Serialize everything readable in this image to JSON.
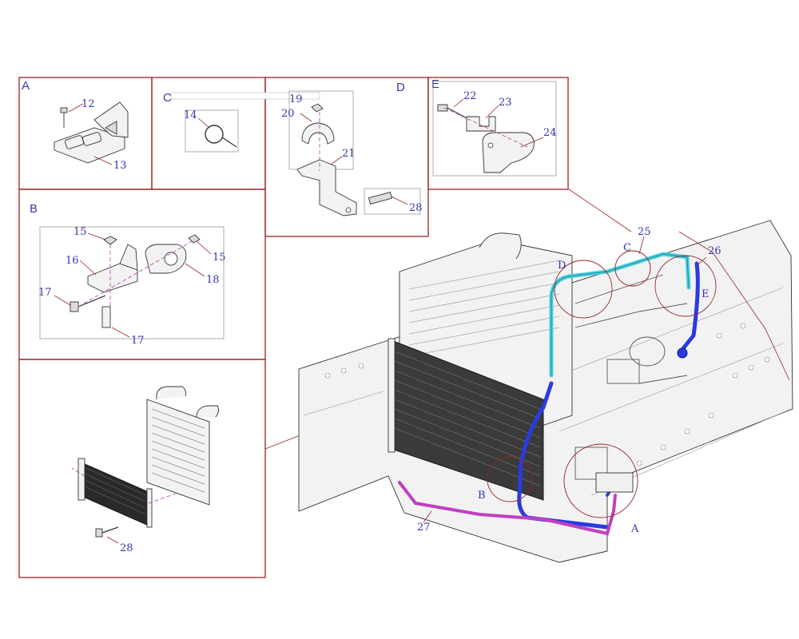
{
  "panels": {
    "A": {
      "label": "A",
      "callouts": [
        "12",
        "13"
      ]
    },
    "C": {
      "label": "C",
      "callouts": [
        "14"
      ]
    },
    "D": {
      "label": "D",
      "callouts": [
        "19",
        "20",
        "21",
        "28"
      ]
    },
    "E": {
      "label": "E",
      "callouts": [
        "22",
        "23",
        "24"
      ]
    },
    "B": {
      "label": "B",
      "callouts": [
        "15",
        "16",
        "15",
        "18",
        "17",
        "17"
      ]
    },
    "F": {
      "callouts": [
        "28"
      ]
    }
  },
  "main": {
    "callouts": [
      "25",
      "26",
      "27"
    ],
    "region_labels": [
      "D",
      "C",
      "E",
      "B",
      "A"
    ]
  },
  "colors": {
    "frame": "#9b2424",
    "callout_text": "#3434b0",
    "pipe_cyan": "#4fd0e0",
    "pipe_blue": "#2a3be0",
    "pipe_magenta": "#c040c0"
  }
}
